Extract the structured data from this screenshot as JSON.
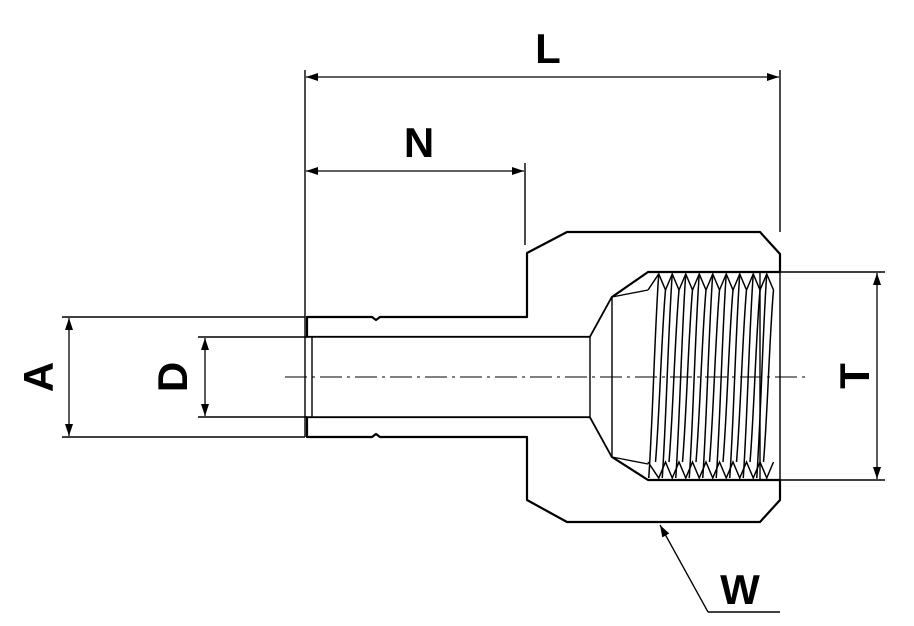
{
  "diagram": {
    "labels": {
      "overall_length": "L",
      "socket_depth": "N",
      "outer_diameter": "A",
      "bore_diameter": "D",
      "thread": "T",
      "hex": "W"
    },
    "colors": {
      "body_fill": "#d9d9d9",
      "line": "#000000",
      "background": "#ffffff"
    }
  }
}
